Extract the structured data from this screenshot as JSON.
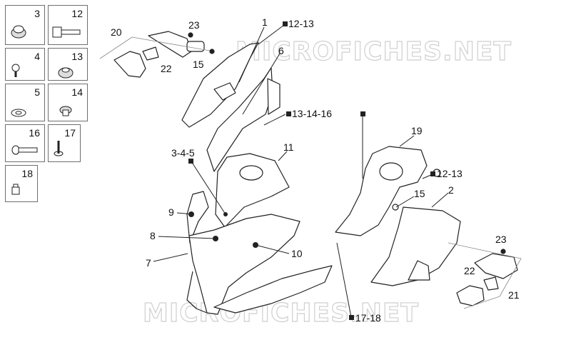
{
  "watermark": "MICROFICHES.NET",
  "legend_boxes": [
    {
      "label": "3"
    },
    {
      "label": "12"
    },
    {
      "label": "4"
    },
    {
      "label": "13"
    },
    {
      "label": "5"
    },
    {
      "label": "14"
    },
    {
      "label": "16"
    },
    {
      "label": "17"
    },
    {
      "label": "18"
    }
  ],
  "callouts": {
    "c20": "20",
    "c23a": "23",
    "c1": "1",
    "c12_13a": "12-13",
    "c6": "6",
    "c22a": "22",
    "c15a": "15",
    "c13_14_16": "13-14-16",
    "c19": "19",
    "c3_4_5": "3-4-5",
    "c11": "11",
    "c12_13b": "12-13",
    "c15b": "15",
    "c2": "2",
    "c9": "9",
    "c8": "8",
    "c10": "10",
    "c7": "7",
    "c23b": "23",
    "c22b": "22",
    "c21": "21",
    "c17_18": "17-18"
  }
}
